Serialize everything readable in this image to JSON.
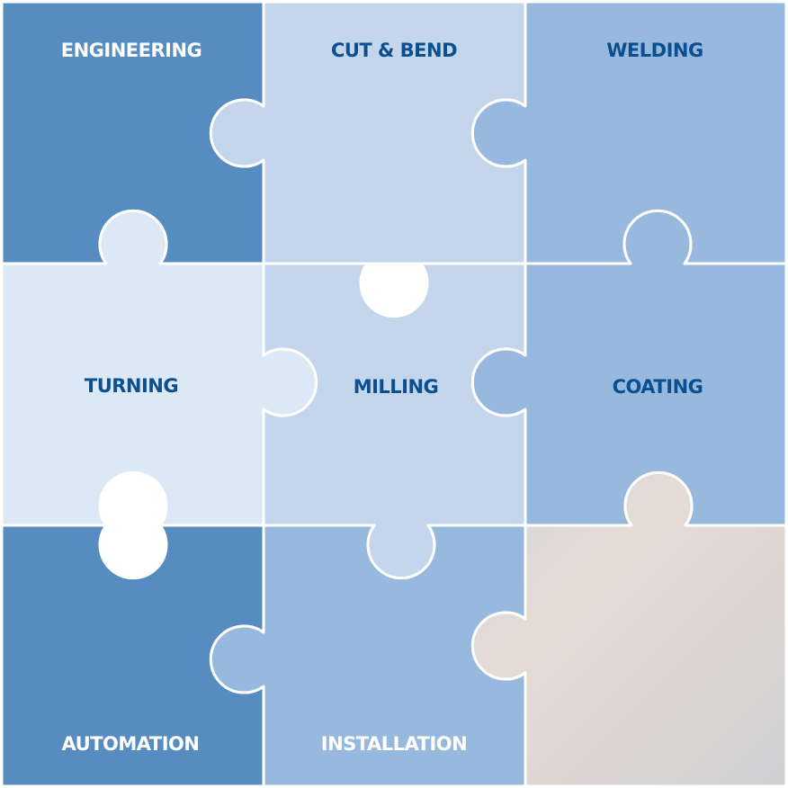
{
  "puzzle": {
    "pieces": [
      {
        "label": "ENGINEERING",
        "color": "#578cc1",
        "text_style": "light"
      },
      {
        "label": "CUT & BEND",
        "color": "#c3d6ec",
        "text_style": "dark"
      },
      {
        "label": "WELDING",
        "color": "#98b9de",
        "text_style": "dark"
      },
      {
        "label": "TURNING",
        "color": "#dce8f5",
        "text_style": "dark"
      },
      {
        "label": "MILLING",
        "color": "#c3d6ec",
        "text_style": "dark"
      },
      {
        "label": "COATING",
        "color": "#98b9de",
        "text_style": "dark"
      },
      {
        "label": "AUTOMATION",
        "color": "#578cc1",
        "text_style": "light"
      },
      {
        "label": "INSTALLATION",
        "color": "#98b9de",
        "text_style": "light"
      },
      {
        "label": "",
        "color": "#ddd8d4",
        "text_style": "photo"
      }
    ]
  }
}
